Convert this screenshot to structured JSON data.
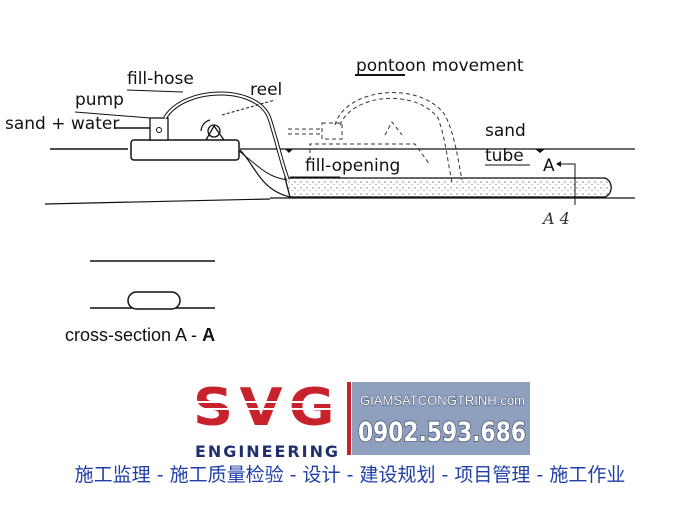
{
  "diagram": {
    "labels": {
      "pontoon_movement": "pontoon movement",
      "fill_hose": "fill-hose",
      "reel": "reel",
      "pump": "pump",
      "sand_water": "sand + water",
      "sand": "sand",
      "tube": "tube",
      "section_marker": "A",
      "fill_opening": "fill-opening",
      "section_ref": "A 4"
    },
    "cross_section": {
      "label": "cross-section A - ",
      "label_bold": "A"
    }
  },
  "logo": {
    "brand": "SVG",
    "subtitle": "ENGINEERING",
    "website": "GIAMSATCONGTRINH.com",
    "phone": "0902.593.686",
    "colors": {
      "red": "#c8232c",
      "navy": "#1e2f6e",
      "panel": "#8fa0bf"
    }
  },
  "footer": {
    "services": "施工监理 - 施工质量检验 - 设计 - 建设规划 - 项目管理 - 施工作业"
  }
}
